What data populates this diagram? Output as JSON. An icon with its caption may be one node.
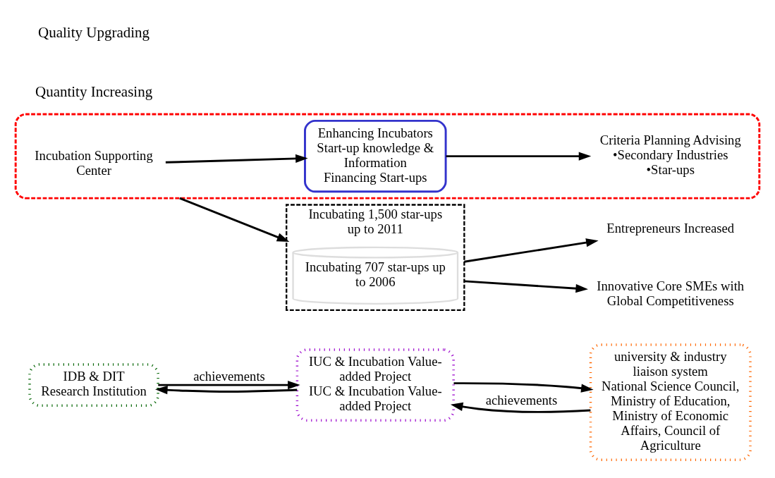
{
  "diagram": {
    "nodes": [
      {
        "text": [
          "IDB & DIT",
          "Research Institution"
        ]
      },
      {
        "text": [
          "IUC & Incubation Value-added Project",
          "IUC & Incubation Value-added Project"
        ]
      },
      {
        "text": [],
        "shape": "box"
      },
      {
        "text": [
          "Incubation Supporting Center"
        ],
        "in": 2
      },
      {
        "text": [
          "Enhancing Incubators",
          "Start-up knowledge & Information",
          "Financing Start-ups"
        ],
        "in": 2
      },
      {
        "text": [
          "Criteria Planning Advising",
          "•Secondary Industries",
          "•Star-ups"
        ],
        "in": 2
      },
      {
        "text": [
          "university & industry liaison system",
          "National Science Council, Ministry of Education, Ministry of Economic Affairs, Council of Agriculture"
        ]
      },
      {
        "text": [
          "Incubating 1,500 star-ups up to 2011"
        ]
      },
      {
        "text": [
          "Incubating 707 star-ups up to 2006"
        ],
        "in": 7
      },
      {
        "text": [
          "Entrepreneurs Increased"
        ]
      },
      {
        "text": [
          "Innovative Core SMEs with Global Competitiveness"
        ]
      }
    ],
    "edges": [
      {
        "from": 1,
        "to": 0,
        "arrow": "to"
      },
      {
        "from": 0,
        "to": 1,
        "arrow": "to",
        "label": "achievements"
      },
      {
        "from": 1,
        "to": 6,
        "arrow": "to"
      },
      {
        "from": 6,
        "to": 1,
        "arrow": "to",
        "label": "achievements"
      },
      {
        "from": 3,
        "to": 4,
        "arrow": "to"
      },
      {
        "from": 4,
        "to": 5,
        "arrow": "to"
      },
      {
        "from": 2,
        "to": 7,
        "arrow": "to"
      },
      {
        "from": 7,
        "to": 9,
        "arrow": "to"
      },
      {
        "from": 7,
        "to": 10,
        "arrow": "to"
      }
    ],
    "labels": [
      "Quantity Increasing",
      "Quality Upgrading"
    ]
  }
}
